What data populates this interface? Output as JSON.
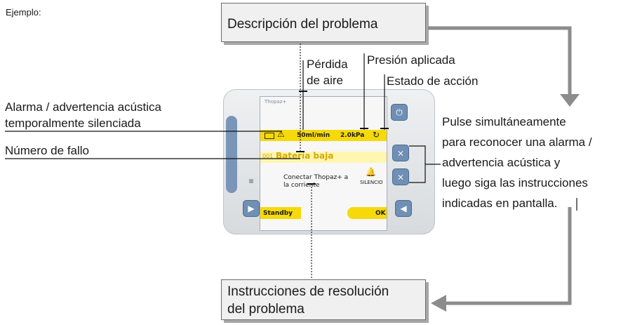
{
  "example_label": "Ejemplo:",
  "boxes": {
    "problem_description": "Descripción del problema",
    "instructions_line1": "Instrucciones de resolución",
    "instructions_line2": "del problema"
  },
  "annotations": {
    "air_loss_line1": "Pérdida",
    "air_loss_line2": "de aire",
    "applied_pressure": "Presión aplicada",
    "action_state": "Estado de acción",
    "alarm_silenced_line1": "Alarma / advertencia acústica",
    "alarm_silenced_line2": "temporalmente silenciada",
    "fault_number": "Número de fallo",
    "press_line1": "Pulse simultáneamente",
    "press_line2": "para reconocer una alarma /",
    "press_line3": "advertencia acústica y",
    "press_line4": "luego siga las instrucciones",
    "press_line5": "indicadas en pantalla."
  },
  "device_screen": {
    "brand": "Thopaz+",
    "flow": "50ml/min",
    "pressure": "2.0kPa",
    "fault_code": "001",
    "fault_title": "Batería baja",
    "message_line1": "Conectar Thopaz+ a",
    "message_line2": "la corriente",
    "silence_label": "SILENCIO",
    "standby_label": "Standby",
    "ok_label": "OK"
  },
  "colors": {
    "screen_yellow": "#f5d90a",
    "arrow_gray": "#8c8c8c",
    "device_button_blue": "#6f8fb5"
  }
}
